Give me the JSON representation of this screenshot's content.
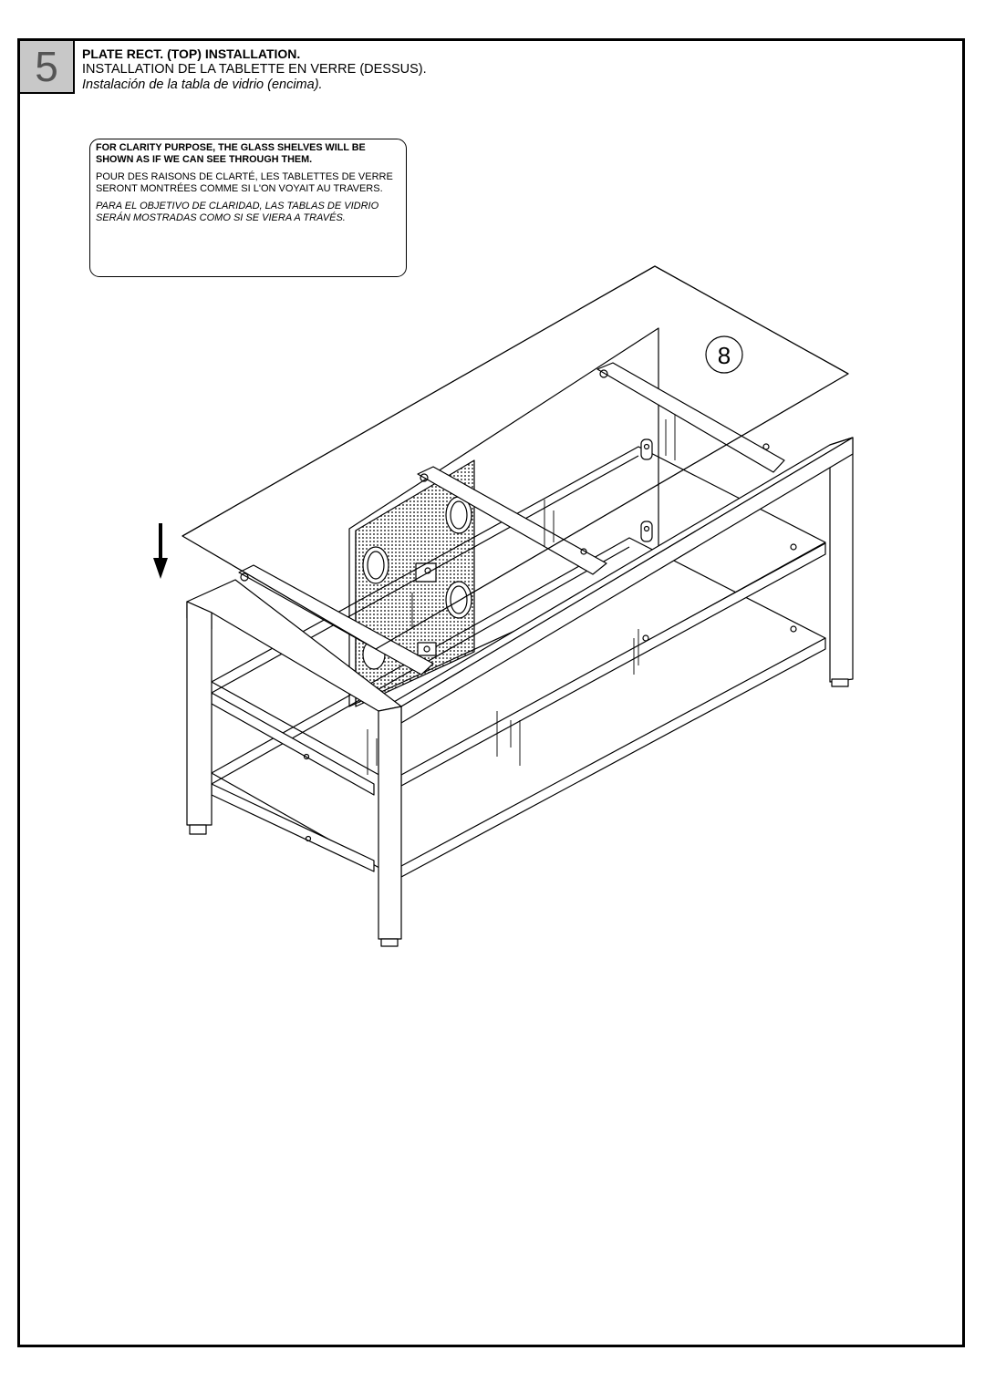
{
  "step": {
    "number": "5",
    "title_en": "PLATE RECT. (TOP) INSTALLATION.",
    "title_fr": "INSTALLATION DE LA TABLETTE EN VERRE (DESSUS).",
    "title_es": "Instalación de la tabla de vidrio (encima)."
  },
  "note": {
    "en": "FOR CLARITY PURPOSE, THE GLASS SHELVES WILL BE SHOWN AS IF WE CAN SEE THROUGH THEM.",
    "fr": "POUR DES RAISONS DE CLARTÉ, LES TABLETTES DE VERRE SERONT MONTRÉES COMME SI L'ON VOYAIT AU TRAVERS.",
    "es": "PARA EL OBJETIVO DE CLARIDAD, LAS TABLAS DE VIDRIO SERÁN MOSTRADAS COMO SI SE VIERA A TRAVÉS."
  },
  "diagram": {
    "part_label": "8",
    "arrow_icon": "down-arrow-icon"
  }
}
